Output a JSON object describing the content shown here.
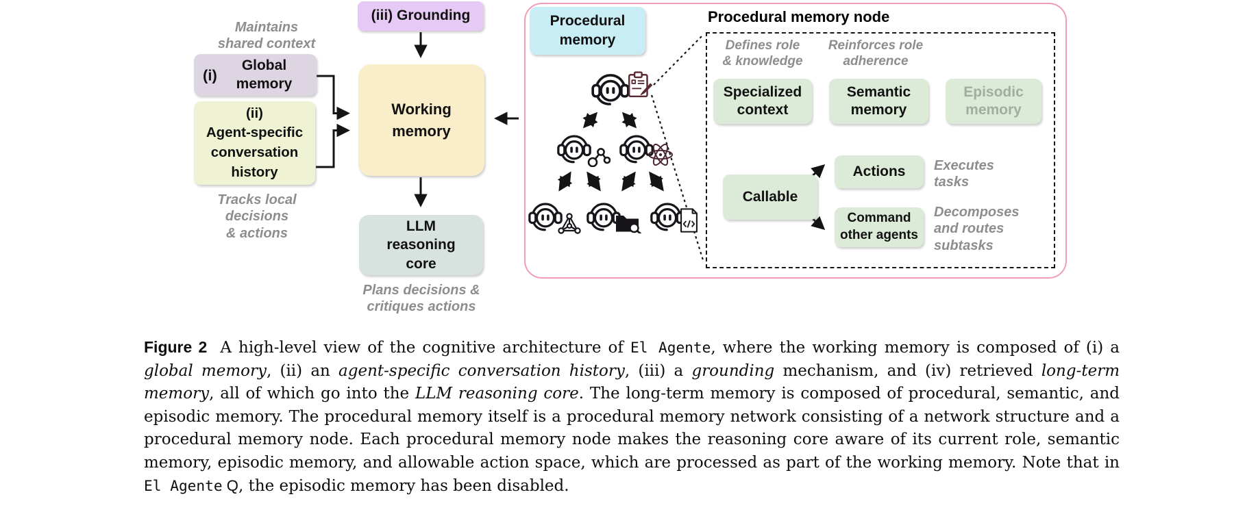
{
  "diagram": {
    "grounding_label": "(iii) Grounding",
    "maintains_label": "Maintains\nshared context",
    "global_numeral": "(i)",
    "global_label": "Global\nmemory",
    "agent_specific_label": "(ii)\nAgent-specific\nconversation\nhistory",
    "working_label": "Working\nmemory",
    "llm_label": "LLM\nreasoning\ncore",
    "plans_label": "Plans decisions &\ncritiques actions",
    "tracks_label": "Tracks local\ndecisions\n& actions"
  },
  "panel": {
    "procedural_label": "Procedural\nmemory",
    "node_title": "Procedural memory node",
    "defines_label": "Defines role\n& knowledge",
    "reinforces_label": "Reinforces role\nadherence",
    "specialized_label": "Specialized\ncontext",
    "semantic_label": "Semantic\nmemory",
    "episodic_label": "Episodic\nmemory",
    "callable_label": "Callable",
    "actions_label": "Actions",
    "command_label": "Command\nother agents",
    "executes_label": "Executes\ntasks",
    "decomposes_label": "Decomposes\nand routes\nsubtasks",
    "agent_badges": [
      "clipboard-note",
      "share-nodes",
      "atom",
      "network-graph",
      "folder-search",
      "code-file"
    ]
  },
  "colors": {
    "grounding_bg": "#e6c9f5",
    "global_bg": "#ddd6e2",
    "agent_specific_bg": "#f0f3d3",
    "working_bg": "#f9edca",
    "llm_bg": "#d8e2de",
    "green_bg": "#dcead8",
    "cyan_bg": "#c9edf4",
    "pink_border": "#f09cb6",
    "gray_label": "#8d8d8d",
    "episodic_text": "#9fae9f"
  },
  "caption": {
    "segments": [
      {
        "style": "bold-sans",
        "text": "Figure 2"
      },
      {
        "style": "serif",
        "text": " A high-level view of the cognitive architecture of "
      },
      {
        "style": "mono",
        "text": "El Agente"
      },
      {
        "style": "serif",
        "text": ", where the working memory is composed of (i) a "
      },
      {
        "style": "italic",
        "text": "global memory"
      },
      {
        "style": "serif",
        "text": ", (ii) an "
      },
      {
        "style": "italic",
        "text": "agent-specific conversation history"
      },
      {
        "style": "serif",
        "text": ", (iii) a "
      },
      {
        "style": "italic",
        "text": "grounding"
      },
      {
        "style": "serif",
        "text": " mechanism, and (iv) retrieved "
      },
      {
        "style": "italic",
        "text": "long-term memory"
      },
      {
        "style": "serif",
        "text": ", all of which go into the "
      },
      {
        "style": "italic",
        "text": "LLM reasoning core"
      },
      {
        "style": "serif",
        "text": ". The long-term memory is composed of procedural, semantic, and episodic memory. The procedural memory itself is a procedural memory network consisting of a network structure and a procedural memory node. Each procedural memory node makes the reasoning core aware of its current role, semantic memory, episodic memory, and allowable action space, which are processed as part of the working memory. Note that in "
      },
      {
        "style": "mono",
        "text": "El Agente"
      },
      {
        "style": "sans",
        "text": " Q"
      },
      {
        "style": "serif",
        "text": ", the episodic memory has been disabled."
      }
    ]
  }
}
